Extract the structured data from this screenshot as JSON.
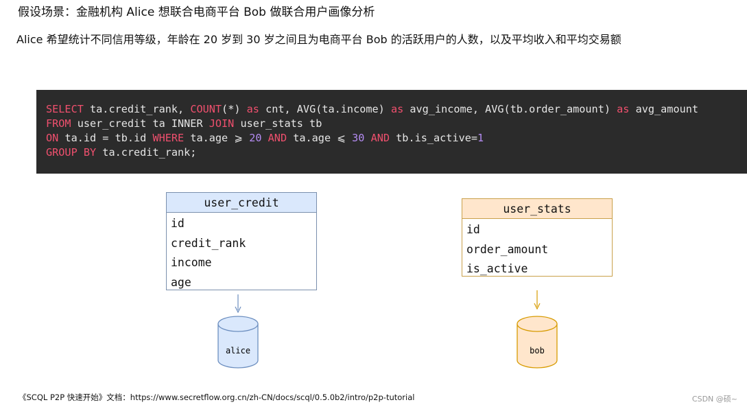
{
  "heading": "假设场景：金融机构 Alice 想联合电商平台 Bob 做联合用户画像分析",
  "subheading": "Alice 希望统计不同信用等级，年龄在 20 岁到 30 岁之间且为电商平台 Bob 的活跃用户的人数，以及平均收入和平均交易额",
  "code": {
    "line1": {
      "k1": "SELECT",
      "t1": " ta.credit_rank, ",
      "k2": "COUNT",
      "t2": "(*) ",
      "k3": "as",
      "t3": " cnt, AVG(ta.income) ",
      "k4": "as",
      "t4": " avg_income, AVG(tb.order_amount) ",
      "k5": "as",
      "t5": " avg_amount"
    },
    "line2": {
      "k1": "FROM",
      "t1": " user_credit ta INNER ",
      "k2": "JOIN",
      "t2": " user_stats tb"
    },
    "line3": {
      "k1": "ON",
      "t1": " ta.id = tb.id ",
      "k2": "WHERE",
      "t2": " ta.age ⩾ ",
      "n1": "20",
      "t3": " ",
      "k3": "AND",
      "t4": " ta.age ⩽ ",
      "n2": "30",
      "t5": " ",
      "k4": "AND",
      "t6": " tb.is_active=",
      "n3": "1"
    },
    "line4": {
      "k1": "GROUP BY",
      "t1": " ta.credit_rank;"
    }
  },
  "tables": {
    "alice": {
      "name": "user_credit",
      "fields": [
        "id",
        "credit_rank",
        "income",
        "age"
      ],
      "db_label": "alice"
    },
    "bob": {
      "name": "user_stats",
      "fields": [
        "id",
        "order_amount",
        "is_active"
      ],
      "db_label": "bob"
    }
  },
  "colors": {
    "alice_fill": "#dae8fc",
    "alice_stroke": "#6c8ebf",
    "bob_fill": "#ffe6cc",
    "bob_stroke": "#d79b00",
    "code_bg": "#2b2b2b",
    "keyword": "#f0506e",
    "number": "#b48cf2"
  },
  "footer": {
    "source": "《SCQL P2P 快速开始》文档：https://www.secretflow.org.cn/zh-CN/docs/scql/0.5.0b2/intro/p2p-tutorial",
    "watermark": "CSDN @硕~"
  }
}
